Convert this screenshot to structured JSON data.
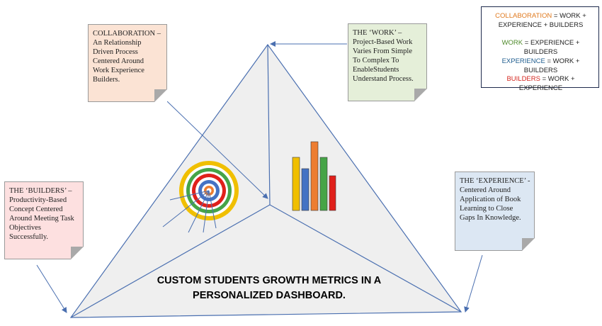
{
  "notes": {
    "collaboration": "COLLABORATION  –\n    An Relationship\n    Driven Process\n    Centered Around\n    Work Experience\n    Builders.",
    "work": "THE ‘WORK’ –\nProject-Based Work\nVaries From Simple\nTo Complex To\nEnableStudents\nUnderstand Process.",
    "builders": "THE ‘BUILDERS’ –\nProductivity-Based\nConcept Centered\nAround Meeting Task\nObjectives\nSuccessfully.",
    "experience": "THE ‘EXPERIENCE’ -\nCentered Around\nApplication of Book\nLearning to Close\nGaps In Knowledge."
  },
  "legend": [
    {
      "term": "COLLABORATION",
      "eq": " = WORK +",
      "line2": "EXPERIENCE + BUILDERS",
      "color": "#e07a1f"
    },
    {
      "term": "WORK",
      "eq": " = EXPERIENCE + BUILDERS",
      "color": "#4e8a2a"
    },
    {
      "term": "EXPERIENCE",
      "eq": " = WORK + BUILDERS",
      "color": "#1f5d8f"
    },
    {
      "term": "BUILDERS",
      "eq": " = WORK + EXPERIENCE",
      "color": "#d4261e"
    }
  ],
  "title": "CUSTOM STUDENTS GROWTH METRICS IN A\nPERSONALIZED DASHBOARD.",
  "colors": {
    "triangle_fill": "#efefef",
    "triangle_line": "#4a6fb0",
    "note_collaboration": "#fbe3d4",
    "note_work": "#e5efd9",
    "note_builders": "#fde0e0",
    "note_experience": "#dce7f3",
    "bars": [
      "#f0bf00",
      "#4472c4",
      "#ed7d31",
      "#46a447",
      "#e0201b"
    ],
    "target_rings": [
      "#f0bf00",
      "#ffffff",
      "#46a447",
      "#e0201b",
      "#4472c4",
      "#ffffff",
      "#ed7d31"
    ]
  },
  "icons": [
    "target-icon",
    "bar-chart-icon"
  ]
}
